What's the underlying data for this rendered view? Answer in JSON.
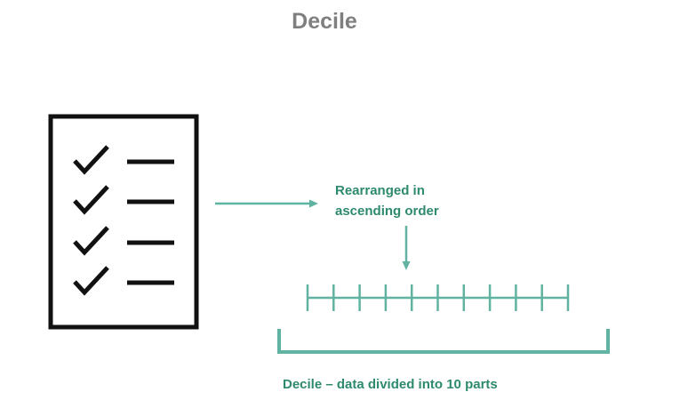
{
  "title": "Decile",
  "step_label_line1": "Rearranged in",
  "step_label_line2": "ascending order",
  "caption": "Decile – data divided into 10 parts",
  "colors": {
    "title": "#7f7f7f",
    "accent": "#2e8a6e",
    "accent_line": "#5fb3a0",
    "document": "#111111"
  },
  "icons": {
    "document": "checklist-document-icon",
    "checkmark": "checkmark-icon"
  },
  "checklist_items": 4,
  "number_line_ticks": 11
}
